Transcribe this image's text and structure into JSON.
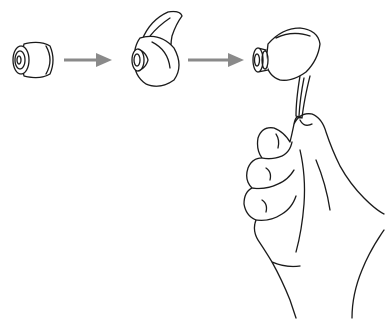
{
  "colors": {
    "background": "#ffffff",
    "line": "#1a1a1a",
    "arrow": "#8a8a8a",
    "tip_fill": "#ffffff",
    "wing_fill": "#ffffff"
  },
  "steps": [
    {
      "id": "ear-tip",
      "icon": "ear-tip-icon"
    },
    {
      "id": "ear-wing",
      "icon": "ear-wing-icon"
    },
    {
      "id": "earbud-in-hand",
      "icon": "earbud-hand-icon"
    }
  ],
  "arrows": [
    {
      "from": "ear-tip",
      "to": "ear-wing"
    },
    {
      "from": "ear-wing",
      "to": "earbud-in-hand"
    }
  ]
}
